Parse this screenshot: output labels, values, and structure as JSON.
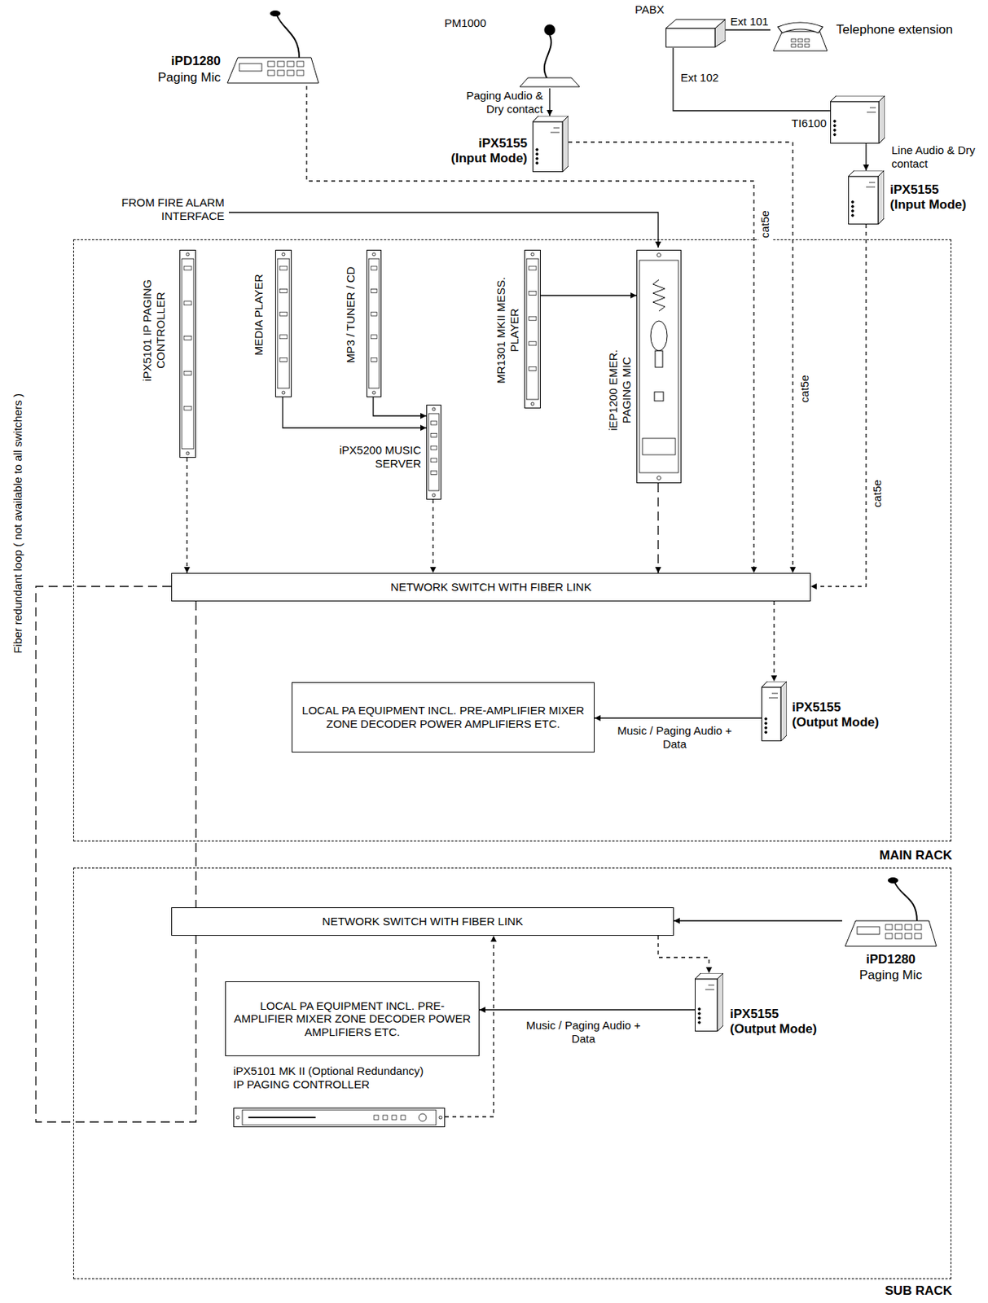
{
  "diagram": {
    "nodes": [
      {
        "text": [
          "iPD1280",
          "Paging Mic"
        ]
      },
      {
        "text": [
          "PM1000"
        ]
      },
      {
        "text": [
          "iPX5155 (Input Mode)"
        ]
      },
      {
        "text": [
          "PABX"
        ]
      },
      {
        "text": [
          "Telephone extension"
        ]
      },
      {
        "text": [
          "TI6100"
        ]
      },
      {
        "text": [
          "iPX5155 (Input Mode)"
        ]
      },
      {
        "text": [
          "MAIN RACK"
        ]
      },
      {
        "text": [
          "iPX5101 IP PAGING CONTROLLER"
        ],
        "in": 7
      },
      {
        "text": [
          "MEDIA PLAYER"
        ],
        "in": 7
      },
      {
        "text": [
          "MP3 / TUNER / CD"
        ],
        "in": 7
      },
      {
        "text": [
          "iPX5200 MUSIC SERVER"
        ],
        "in": 7
      },
      {
        "text": [
          "MR1301 MKII MESS. PLAYER"
        ],
        "in": 7
      },
      {
        "text": [
          "iEP1200 EMER. PAGING MIC"
        ],
        "in": 7
      },
      {
        "text": [
          "NETWORK SWITCH WITH FIBER LINK"
        ],
        "in": 7
      },
      {
        "text": [
          "LOCAL PA EQUIPMENT INCL. PRE-AMPLIFIER MIXER ZONE DECODER POWER AMPLIFIERS ETC."
        ],
        "in": 7
      },
      {
        "text": [
          "iPX5155 (Output Mode)"
        ],
        "in": 7
      },
      {
        "text": [
          "SUB RACK"
        ]
      },
      {
        "text": [
          "NETWORK SWITCH WITH FIBER LINK"
        ],
        "in": 17
      },
      {
        "text": [
          "iPX5101 MK II (Optional Redundancy) IP PAGING CONTROLLER"
        ],
        "in": 17
      },
      {
        "text": [
          "iPD1280",
          "Paging Mic"
        ],
        "in": 17
      },
      {
        "text": [
          "LOCAL PA EQUIPMENT INCL. PRE-AMPLIFIER MIXER ZONE DECODER POWER AMPLIFIERS ETC."
        ],
        "in": 17
      },
      {
        "text": [
          "iPX5155 (Output Mode)"
        ],
        "in": 17
      }
    ],
    "edges": [
      {
        "from": 1,
        "to": 2,
        "arrow": "to",
        "label": "Paging Audio & Dry contact"
      },
      {
        "from": 3,
        "to": 4,
        "arrow": "none",
        "label": "Ext 101"
      },
      {
        "from": 3,
        "to": 5,
        "arrow": "none",
        "label": "Ext 102"
      },
      {
        "from": 5,
        "to": 6,
        "arrow": "to",
        "label": "Line Audio & Dry contact"
      },
      {
        "from": 0,
        "to": 14,
        "arrow": "to",
        "label": "cat5e"
      },
      {
        "from": 2,
        "to": 14,
        "arrow": "to",
        "label": "cat5e"
      },
      {
        "from": 6,
        "to": 14,
        "arrow": "to",
        "label": "cat5e"
      },
      {
        "from": 8,
        "to": 14,
        "arrow": "to"
      },
      {
        "from": 9,
        "to": 11,
        "arrow": "to"
      },
      {
        "from": 10,
        "to": 11,
        "arrow": "to"
      },
      {
        "from": 11,
        "to": 14,
        "arrow": "to"
      },
      {
        "from": 12,
        "to": 13,
        "arrow": "to"
      },
      {
        "from": 13,
        "to": 14,
        "arrow": "to"
      },
      {
        "from": 14,
        "to": 16,
        "arrow": "to"
      },
      {
        "from": 16,
        "to": 15,
        "arrow": "to",
        "label": "Music / Paging Audio + Data"
      },
      {
        "from": 14,
        "to": 18,
        "arrow": "none"
      },
      {
        "from": 14,
        "to": 18,
        "arrow": "none",
        "label": "Fiber redundant loop ( not available to all switchers )"
      },
      {
        "from": 19,
        "to": 18,
        "arrow": "to"
      },
      {
        "from": 20,
        "to": 18,
        "arrow": "to"
      },
      {
        "from": 18,
        "to": 22,
        "arrow": "to"
      },
      {
        "from": 22,
        "to": 21,
        "arrow": "to",
        "label": "Music / Paging Audio + Data"
      }
    ],
    "labels": [
      "FROM FIRE ALARM INTERFACE"
    ]
  }
}
